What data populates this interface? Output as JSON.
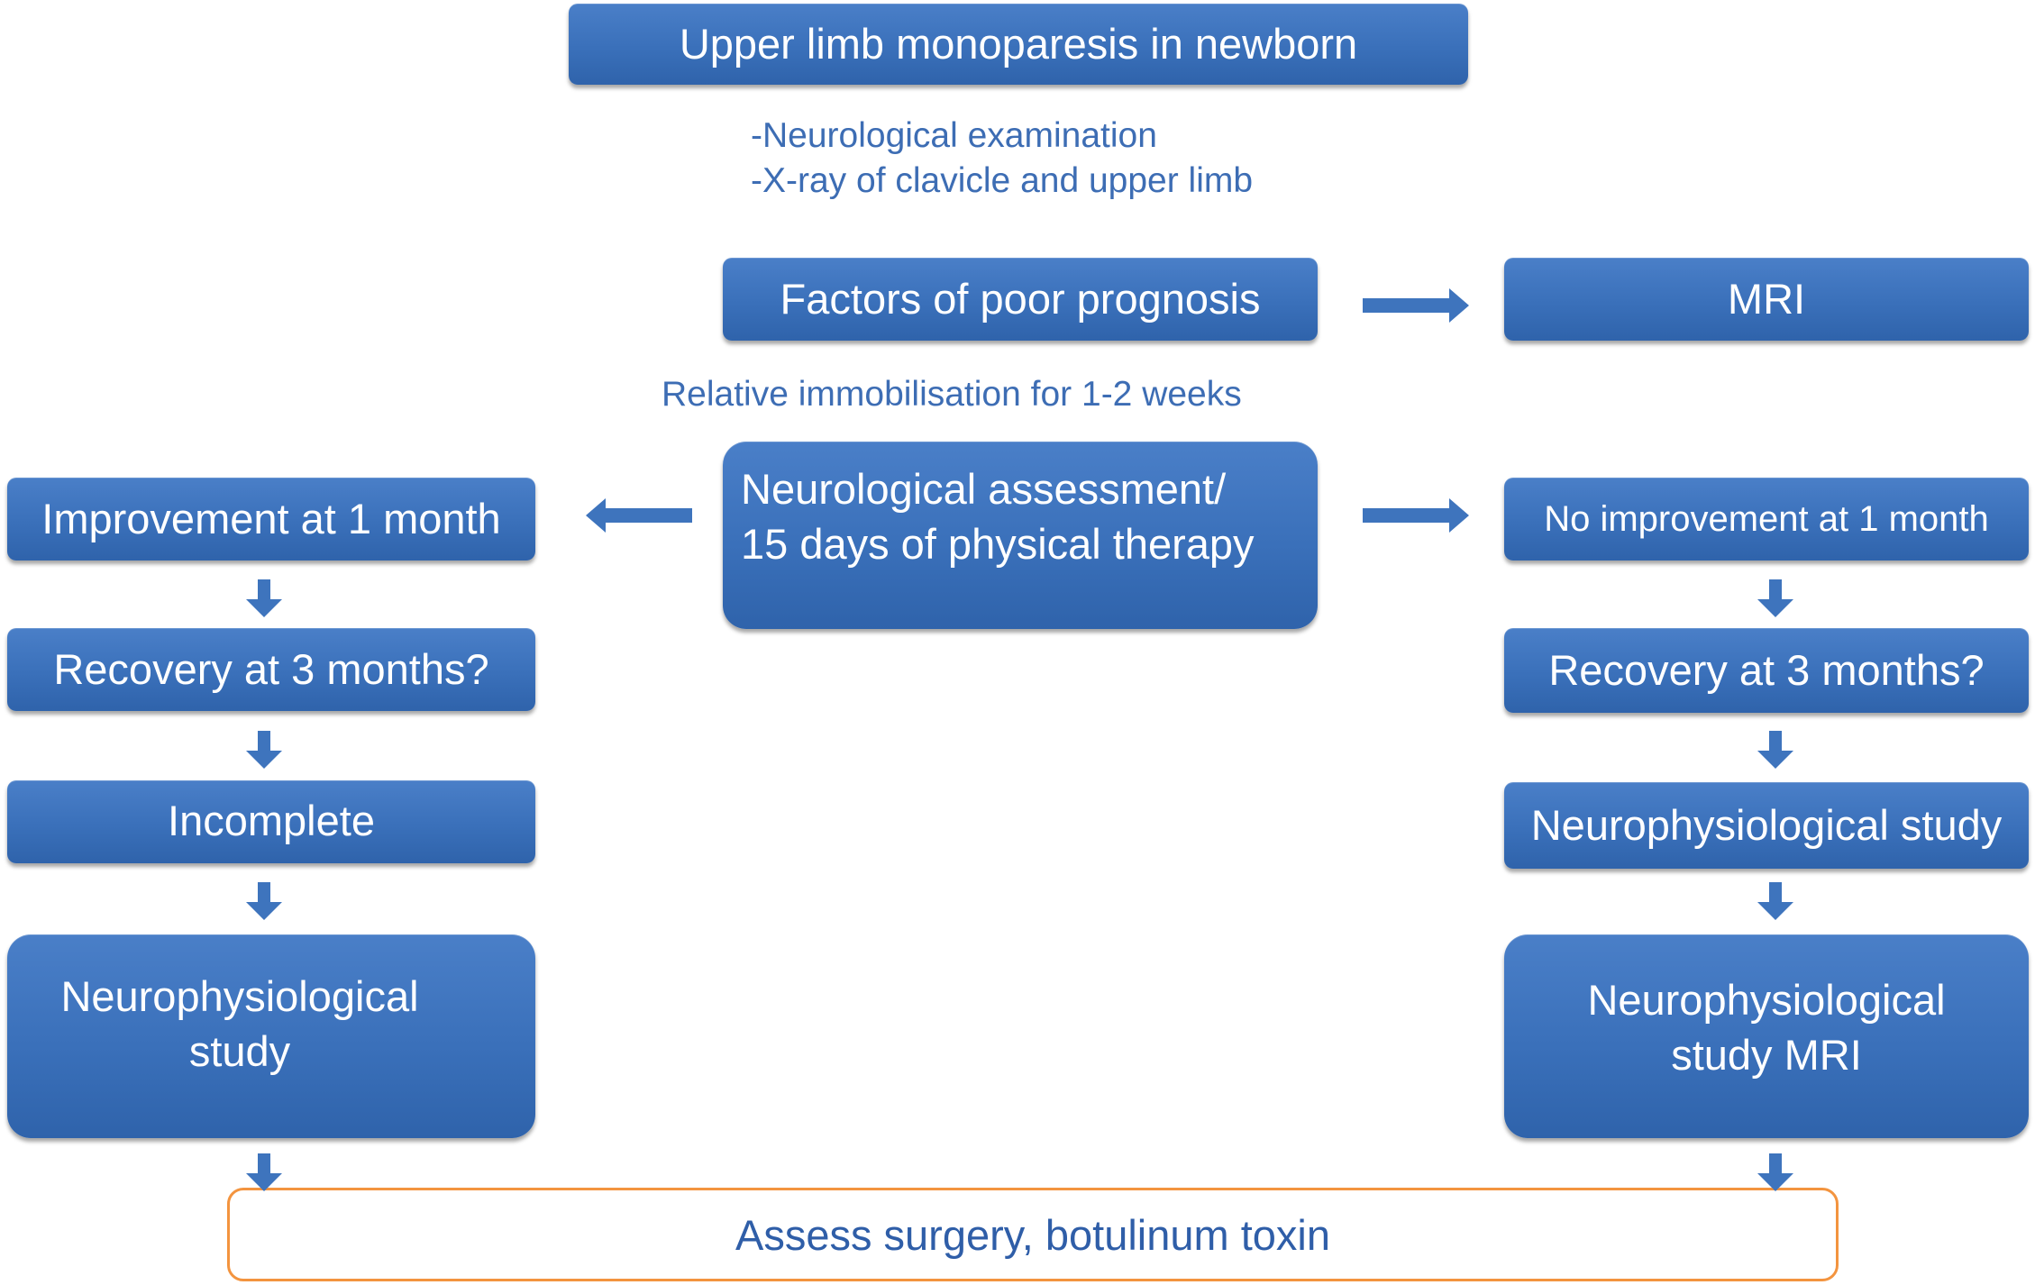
{
  "nodes": {
    "top": "Upper limb monoparesis in newborn",
    "exam_note_1": "-Neurological examination",
    "exam_note_2": "-X-ray of clavicle and upper limb",
    "poor_prognosis": "Factors of poor prognosis",
    "mri": "MRI",
    "immobilisation_note": "Relative immobilisation for 1-2 weeks",
    "assessment_line1": "Neurological assessment/",
    "assessment_line2": "15 days of physical therapy",
    "left_improvement": "Improvement at 1 month",
    "left_recovery": "Recovery at 3 months?",
    "left_incomplete": "Incomplete",
    "left_study_line1": "Neurophysiological",
    "left_study_line2": "study",
    "right_no_improvement": "No improvement at 1 month",
    "right_recovery": "Recovery at 3 months?",
    "right_study": "Neurophysiological study",
    "right_study_mri_line1": "Neurophysiological",
    "right_study_mri_line2": "study MRI",
    "final": "Assess surgery, botulinum toxin"
  },
  "colors": {
    "box_fill": "#3a70ba",
    "arrow_fill": "#3e74bd",
    "note_text": "#3d6db4",
    "final_border": "#f3943f",
    "final_text": "#2f5ea8"
  }
}
